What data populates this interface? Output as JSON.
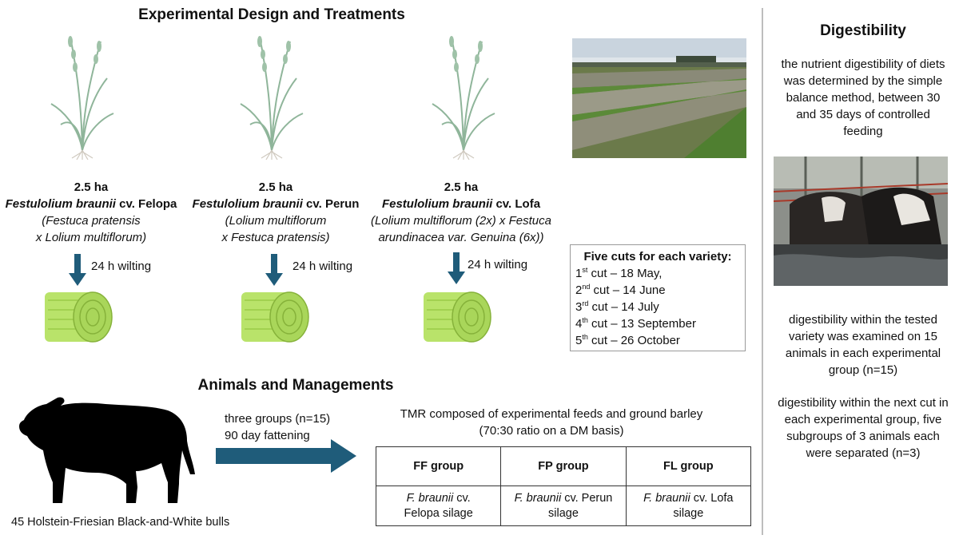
{
  "design": {
    "title": "Experimental Design and Treatments",
    "varieties": [
      {
        "area": "2.5 ha",
        "name_italic": "Festulolium braunii",
        "name_rest": " cv. Felopa",
        "cross_line1": "(Festuca pratensis",
        "cross_line2": "x Lolium multiflorum)",
        "wilting": "24 h wilting"
      },
      {
        "area": "2.5 ha",
        "name_italic": "Festulolium braunii",
        "name_rest": " cv. Perun",
        "cross_line1": "(Lolium multiflorum",
        "cross_line2": "x Festuca pratensis)",
        "wilting": "24 h wilting"
      },
      {
        "area": "2.5 ha",
        "name_italic": "Festulolium braunii",
        "name_rest": " cv. Lofa",
        "cross_line1": "(Lolium multiflorum (2x) x Festuca",
        "cross_line2": "arundinacea var. Genuina (6x))",
        "wilting": "24 h wilting"
      }
    ],
    "cuts": {
      "heading": "Five cuts for each variety:",
      "items": [
        {
          "ord": "1",
          "sup": "st",
          "text": " cut – 18 May,"
        },
        {
          "ord": "2",
          "sup": "nd",
          "text": " cut – 14 June"
        },
        {
          "ord": "3",
          "sup": "rd",
          "text": " cut – 14 July"
        },
        {
          "ord": "4",
          "sup": "th",
          "text": " cut – 13 September"
        },
        {
          "ord": "5",
          "sup": "th",
          "text": " cut – 26 October"
        }
      ]
    }
  },
  "animals": {
    "title": "Animals and Managements",
    "bulls_label": "45 Holstein-Friesian Black-and-White bulls",
    "groups_line1": "three groups (n=15)",
    "groups_line2": "90 day fattening",
    "tmr_line1": "TMR composed of experimental feeds and ground barley",
    "tmr_line2": "(70:30 ratio on a DM basis)",
    "table": {
      "headers": [
        "FF group",
        "FP group",
        "FL group"
      ],
      "cells": [
        {
          "italic": "F. braunii",
          "rest": " cv.",
          "line2": "Felopa silage"
        },
        {
          "italic": "F. braunii",
          "rest": " cv. Perun",
          "line2": "silage"
        },
        {
          "italic": "F. braunii",
          "rest": " cv. Lofa",
          "line2": "silage"
        }
      ]
    }
  },
  "digestibility": {
    "title": "Digestibility",
    "para1": "the nutrient digestibility of diets was determined by the simple balance method, between 30 and 35 days of controlled feeding",
    "para2": "digestibility within the tested variety was examined on 15 animals in each experimental group (n=15)",
    "para3": "digestibility within the next cut in each experimental group, five subgroups of 3 animals each were separated (n=3)"
  },
  "colors": {
    "arrow": "#1f5c7a",
    "grass": "#8fb59a",
    "bale": "#b9e36a",
    "bale_dark": "#86b23a"
  }
}
